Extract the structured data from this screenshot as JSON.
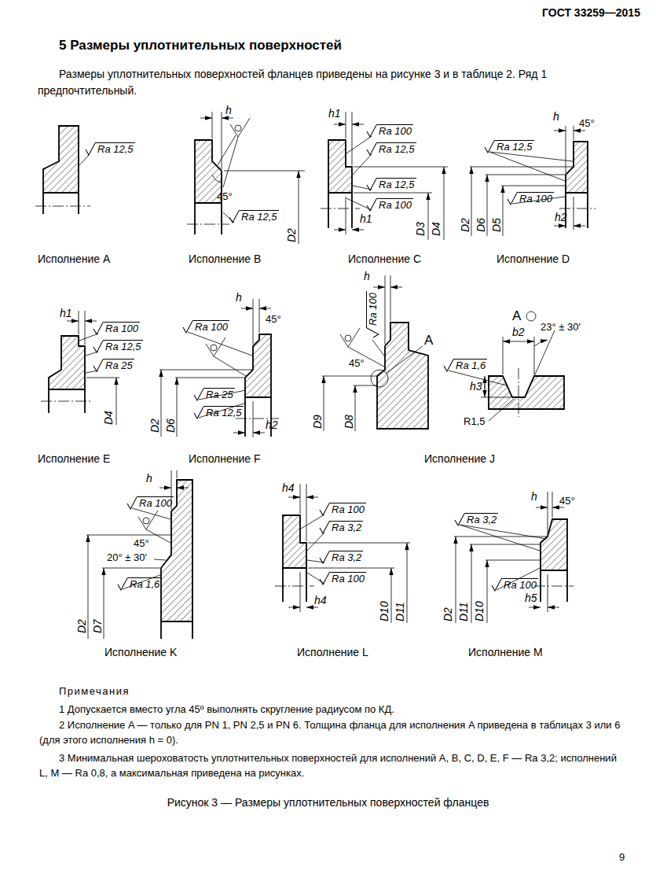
{
  "diagram": {
    "title": "5 Размеры уплотнительных поверхностей",
    "caption": "Рисунок 3 — Размеры уплотнительных поверхностей фланцев",
    "labels": [
      "ГОСТ 33259—2015",
      "Размеры уплотнительных поверхностей фланцев приведены на рисунке 3 и в таблице 2. Ряд 1 предпочтительный.",
      "Ra 12,5",
      "Исполнение A",
      "h",
      "45°",
      "Ra 12,5",
      "D2",
      "Исполнение B",
      "h1",
      "Ra 100",
      "Ra 12,5",
      "Ra 12,5",
      "Ra 100",
      "h1",
      "D3",
      "D4",
      "Исполнение C",
      "h",
      "45°",
      "Ra 12,5",
      "D2",
      "D6",
      "D5",
      "Ra 100",
      "h2",
      "Исполнение D",
      "h1",
      "Ra 100",
      "Ra 12,5",
      "Ra 25",
      "D4",
      "Исполнение E",
      "h",
      "Ra 100",
      "45°",
      "D2",
      "D6",
      "Ra 25",
      "Ra 12,5",
      "h2",
      "Исполнение F",
      "h",
      "Ra 100",
      "A",
      "45°",
      "D9",
      "D8",
      "A",
      "b2",
      "23° ± 30′",
      "Ra 1,6",
      "h3",
      "R1,5",
      "Исполнение J",
      "h",
      "Ra 100",
      "45°",
      "20° ± 30′",
      "Ra 1,6",
      "D2",
      "D7",
      "Исполнение K",
      "h4",
      "Ra 100",
      "Ra 3,2",
      "Ra 3,2",
      "Ra 100",
      "h4",
      "D10",
      "D11",
      "Исполнение L",
      "h",
      "45°",
      "Ra 3,2",
      "Ra 100",
      "D2",
      "D11",
      "D10",
      "h5",
      "Исполнение M",
      "Примечания",
      "1 Допускается вместо угла 45º выполнять скругление радиусом по КД.",
      "2 Исполнение A — только для PN 1, PN 2,5 и PN 6. Толщина фланца для исполнения A приведена в таблицах 3 или 6 (для этого исполнения h = 0).",
      "3 Минимальная шероховатость уплотнительных поверхностей для исполнений A, B, C, D, E, F — Ra 3,2; исполнений L, M — Ra 0,8, а максимальная приведена на рисунках.",
      "9"
    ]
  }
}
